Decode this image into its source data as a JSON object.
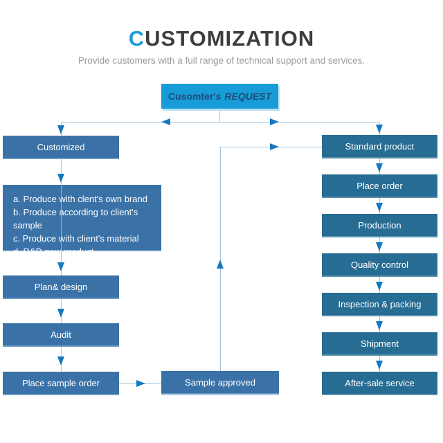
{
  "title": {
    "accent": "C",
    "rest": "USTOMIZATION"
  },
  "subtitle": "Provide customers with a full range of technical support and services.",
  "flow": {
    "request": {
      "bold": "Cusomter's",
      "italic": "REQUEST"
    },
    "customized": "Customized",
    "options": [
      "a. Produce with clent's own brand",
      "b. Produce according to client's sample",
      "c. Produce with client's material",
      "d. R&D new product"
    ],
    "plan_design": "Plan& design",
    "audit": "Audit",
    "place_sample_order": "Place sample order",
    "sample_approved": "Sample approved",
    "standard_product": "Standard product",
    "place_order": "Place order",
    "production": "Production",
    "quality_control": "Quality control",
    "inspection_packing": "Inspection & packing",
    "shipment": "Shipment",
    "after_sale_service": "After-sale service"
  },
  "colors": {
    "accent": "#1b9cd8",
    "request_box": "#189cd8",
    "request_text": "#1c4d75",
    "left_box": "#3a72a7",
    "right_box": "#276d93",
    "connector_line": "#a7c3df",
    "arrow": "#1478c2",
    "title_text": "#3d3d3d",
    "subtitle_text": "#9b9b9b"
  }
}
